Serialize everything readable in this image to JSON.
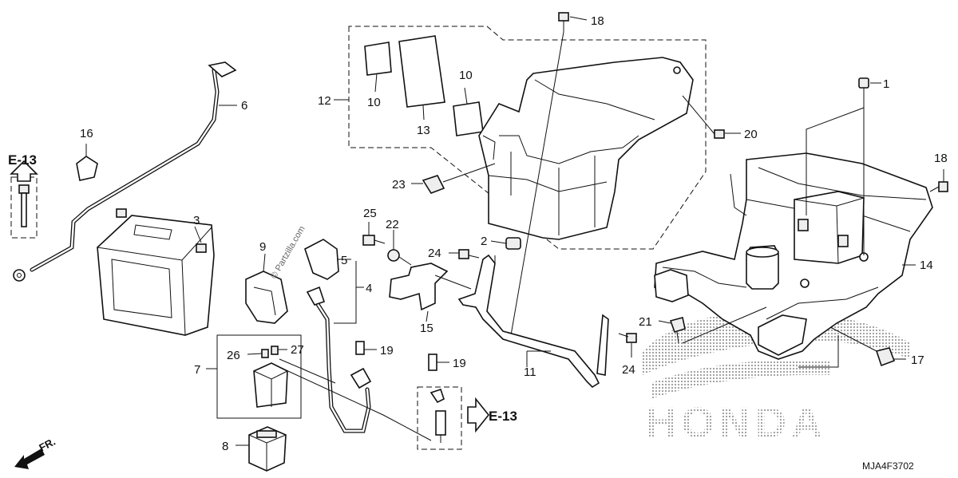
{
  "diagram_code": "MJA4F3702",
  "watermark_site": "© Partzilla.com",
  "watermark_brand": "HONDA",
  "front_indicator": "FR.",
  "references": [
    {
      "id": "ref-top-left",
      "label": "E-13"
    },
    {
      "id": "ref-bottom",
      "label": "E-13"
    }
  ],
  "callouts": {
    "n1": "1",
    "n2": "2",
    "n3": "3",
    "n4": "4",
    "n5": "5",
    "n6": "6",
    "n7": "7",
    "n8": "8",
    "n9": "9",
    "n10a": "10",
    "n10b": "10",
    "n11": "11",
    "n12": "12",
    "n13": "13",
    "n14": "14",
    "n15": "15",
    "n16": "16",
    "n17": "17",
    "n18a": "18",
    "n18b": "18",
    "n19a": "19",
    "n19b": "19",
    "n20": "20",
    "n21": "21",
    "n22": "22",
    "n23": "23",
    "n24a": "24",
    "n24b": "24",
    "n25": "25",
    "n26": "26",
    "n27": "27"
  }
}
